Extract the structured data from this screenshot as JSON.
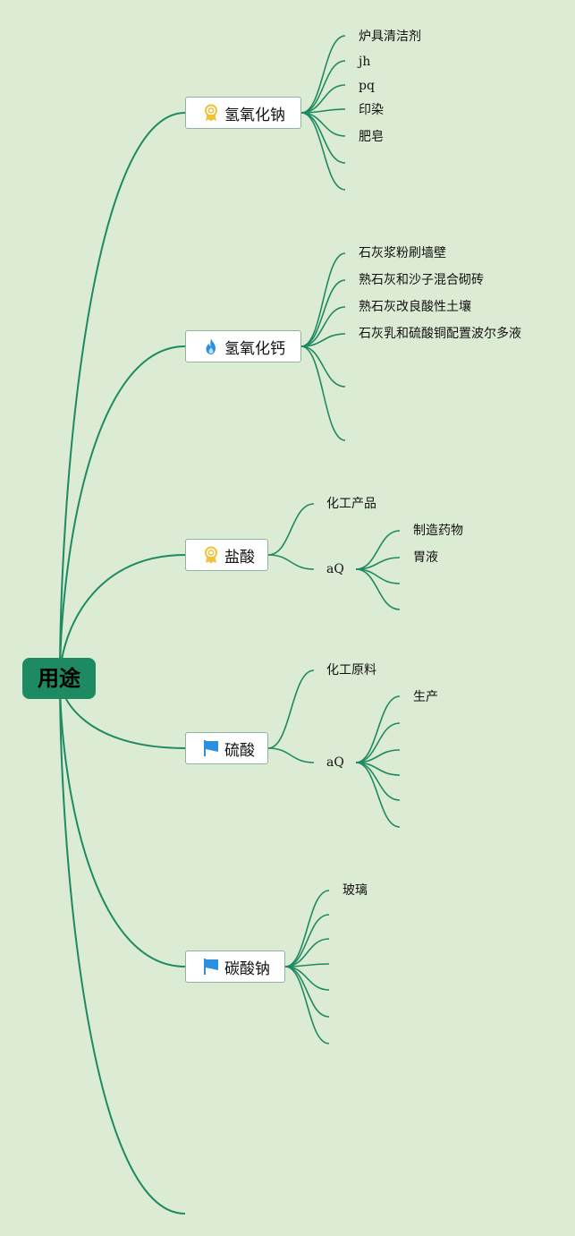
{
  "root": {
    "label": "用途"
  },
  "topics": {
    "naoh": {
      "label": "氢氧化钠",
      "icon": "award-ribbon-icon",
      "children": [
        "炉具清洁剂",
        "jh",
        "pq",
        "印染",
        "肥皂",
        "",
        ""
      ]
    },
    "caoh2": {
      "label": "氢氧化钙",
      "icon": "flame-icon",
      "children": [
        "石灰浆粉刷墙壁",
        "熟石灰和沙子混合砌砖",
        "熟石灰改良酸性土壤",
        "石灰乳和硫酸铜配置波尔多液",
        "",
        ""
      ]
    },
    "hcl": {
      "label": "盐酸",
      "icon": "award-ribbon-icon",
      "children": [
        "化工产品",
        "aQ"
      ],
      "sub": [
        "制造药物",
        "胃液",
        "",
        ""
      ]
    },
    "h2so4": {
      "label": "硫酸",
      "icon": "flag-icon",
      "children": [
        "化工原料",
        "aQ"
      ],
      "sub": [
        "生产",
        "",
        "",
        "",
        "",
        ""
      ]
    },
    "na2co3": {
      "label": "碳酸钠",
      "icon": "flag-icon",
      "children": [
        "玻璃",
        "",
        "",
        "",
        "",
        "",
        ""
      ]
    }
  },
  "colors": {
    "background": "#dcebd3",
    "branch": "#1e8a62",
    "root_fill": "#1e8a62",
    "award": "#f0c23a",
    "flame": "#2a8fe0",
    "flag": "#2a8fe0"
  }
}
